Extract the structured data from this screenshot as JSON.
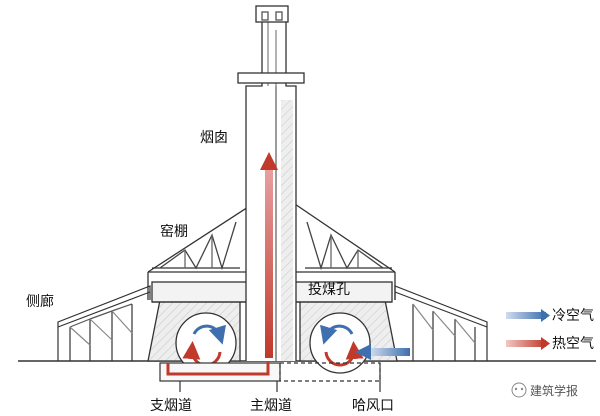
{
  "labels": {
    "chimney": "烟囱",
    "kiln_shed": "窑棚",
    "side_corridor": "侧廊",
    "coal_hole": "投煤孔",
    "branch_flue": "支烟道",
    "main_flue": "主烟道",
    "air_inlet": "哈风口"
  },
  "legend": {
    "cold_air": "冷空气",
    "hot_air": "热空气"
  },
  "watermark": "建筑学报",
  "colors": {
    "cold_air": "#3e6fae",
    "hot_air": "#c0392b",
    "line": "#333333",
    "fill": "#e8e8e8"
  }
}
